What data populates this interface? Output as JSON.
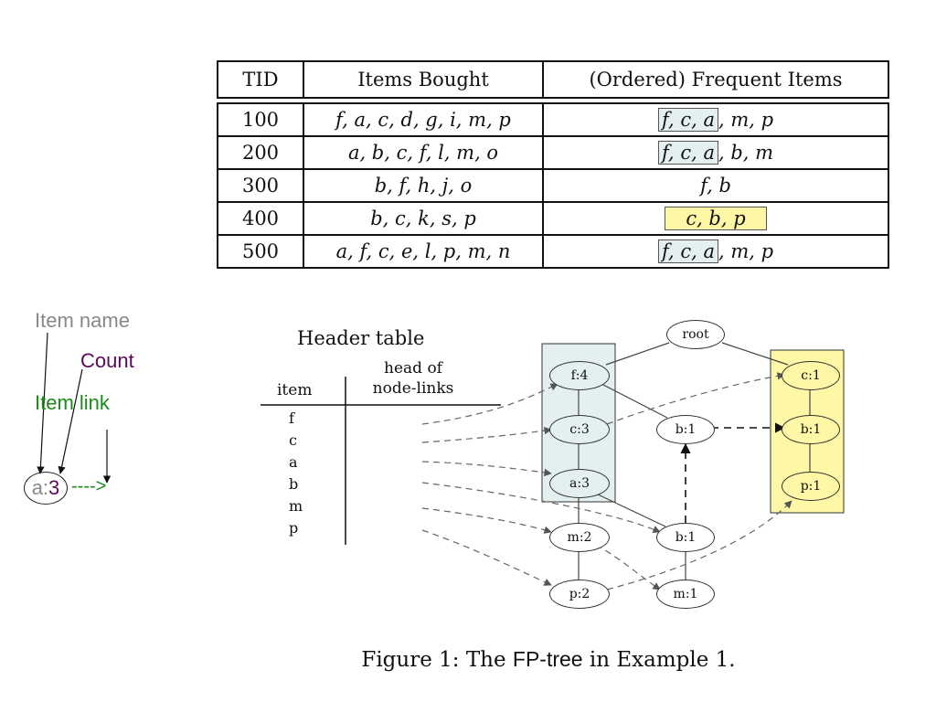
{
  "table": {
    "headers": [
      "TID",
      "Items Bought",
      "(Ordered) Frequent Items"
    ],
    "rows": [
      {
        "tid": "100",
        "bought": "f, a, c, d, g, i, m, p",
        "freq_hl": "f, c, a",
        "freq_rest": ", m, p",
        "hl": "teal"
      },
      {
        "tid": "200",
        "bought": "a, b, c, f, l, m, o",
        "freq_hl": "f, c, a",
        "freq_rest": ", b, m",
        "hl": "teal"
      },
      {
        "tid": "300",
        "bought": "b, f, h, j, o",
        "freq_hl": "",
        "freq_rest": "f, b",
        "hl": "none"
      },
      {
        "tid": "400",
        "bought": "b, c, k, s, p",
        "freq_hl": "c, b, p",
        "freq_rest": "",
        "hl": "yellow"
      },
      {
        "tid": "500",
        "bought": "a, f, c, e, l, p, m, n",
        "freq_hl": "f, c, a",
        "freq_rest": ", m, p",
        "hl": "teal"
      }
    ]
  },
  "legend": {
    "item_name": "Item name",
    "count": "Count",
    "item_link": "Item link",
    "node_name": "a:",
    "node_count": "3",
    "arrow": "---->"
  },
  "header_table": {
    "title": "Header table",
    "col_item": "item",
    "col_head_line1": "head of",
    "col_head_line2": "node-links",
    "items": [
      "f",
      "c",
      "a",
      "b",
      "m",
      "p"
    ]
  },
  "tree": {
    "root": "root",
    "nodes": {
      "f4": "f:4",
      "c3": "c:3",
      "a3": "a:3",
      "m2": "m:2",
      "p2": "p:2",
      "b1a": "b:1",
      "b1b": "b:1",
      "m1": "m:1",
      "c1": "c:1",
      "b1c": "b:1",
      "p1": "p:1"
    }
  },
  "caption": {
    "prefix": "Figure 1:  The ",
    "code_a": "FP",
    "code_b": "-tree",
    "suffix": " in Example 1."
  },
  "colors": {
    "teal_highlight": "#e4f0f0",
    "yellow_highlight": "#fdf7a6",
    "legend_gray": "#888888",
    "legend_purple": "#5a0a5a",
    "legend_green": "#1a8a1a"
  }
}
